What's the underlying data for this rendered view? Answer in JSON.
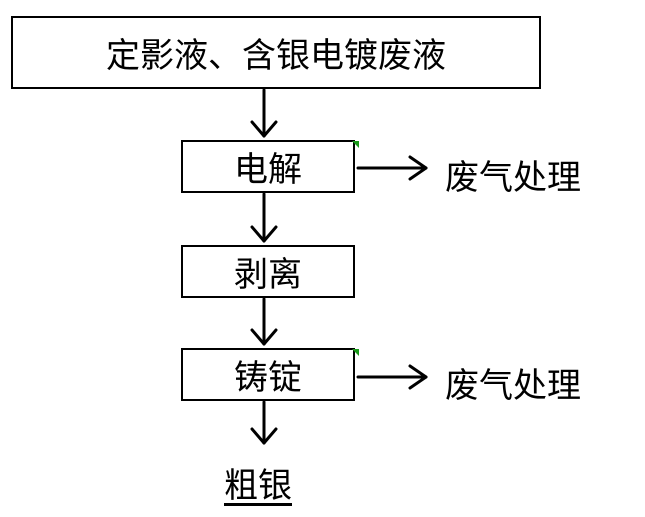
{
  "source": "定影液、含银电镀废液",
  "steps": [
    {
      "label": "电解",
      "side_output": "废气处理"
    },
    {
      "label": "剥离"
    },
    {
      "label": "铸锭",
      "side_output": "废气处理"
    }
  ],
  "product": "粗银"
}
